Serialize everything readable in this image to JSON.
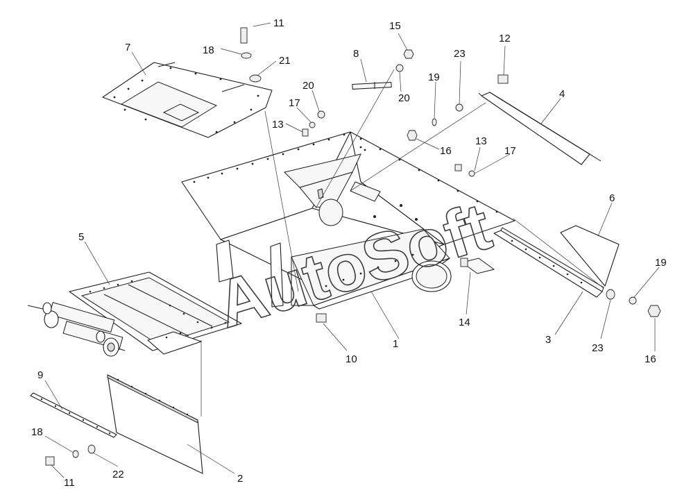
{
  "watermark": "AutoSoft",
  "callouts": [
    {
      "id": "c1",
      "text": "1"
    },
    {
      "id": "c2",
      "text": "2"
    },
    {
      "id": "c3",
      "text": "3"
    },
    {
      "id": "c4",
      "text": "4"
    },
    {
      "id": "c5",
      "text": "5"
    },
    {
      "id": "c6",
      "text": "6"
    },
    {
      "id": "c7",
      "text": "7"
    },
    {
      "id": "c8",
      "text": "8"
    },
    {
      "id": "c9",
      "text": "9"
    },
    {
      "id": "c10",
      "text": "10"
    },
    {
      "id": "c11a",
      "text": "11"
    },
    {
      "id": "c11b",
      "text": "11"
    },
    {
      "id": "c12",
      "text": "12"
    },
    {
      "id": "c13a",
      "text": "13"
    },
    {
      "id": "c13b",
      "text": "13"
    },
    {
      "id": "c14",
      "text": "14"
    },
    {
      "id": "c15",
      "text": "15"
    },
    {
      "id": "c16a",
      "text": "16"
    },
    {
      "id": "c16b",
      "text": "16"
    },
    {
      "id": "c17a",
      "text": "17"
    },
    {
      "id": "c17b",
      "text": "17"
    },
    {
      "id": "c18a",
      "text": "18"
    },
    {
      "id": "c18b",
      "text": "18"
    },
    {
      "id": "c19a",
      "text": "19"
    },
    {
      "id": "c19b",
      "text": "19"
    },
    {
      "id": "c20a",
      "text": "20"
    },
    {
      "id": "c20b",
      "text": "20"
    },
    {
      "id": "c21",
      "text": "21"
    },
    {
      "id": "c22",
      "text": "22"
    },
    {
      "id": "c23a",
      "text": "23"
    },
    {
      "id": "c23b",
      "text": "23"
    }
  ]
}
